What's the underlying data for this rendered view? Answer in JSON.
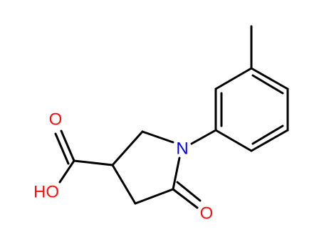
{
  "molecule": {
    "atoms": {
      "nitrogen": "N",
      "carbonyl_oxygen": "O",
      "acid_double_oxygen": "O",
      "hydroxyl": "HO"
    },
    "colors": {
      "carbon_bond": "#000000",
      "nitrogen": "#0000ff",
      "oxygen": "#ff0d0d",
      "background": "#ffffff"
    }
  }
}
